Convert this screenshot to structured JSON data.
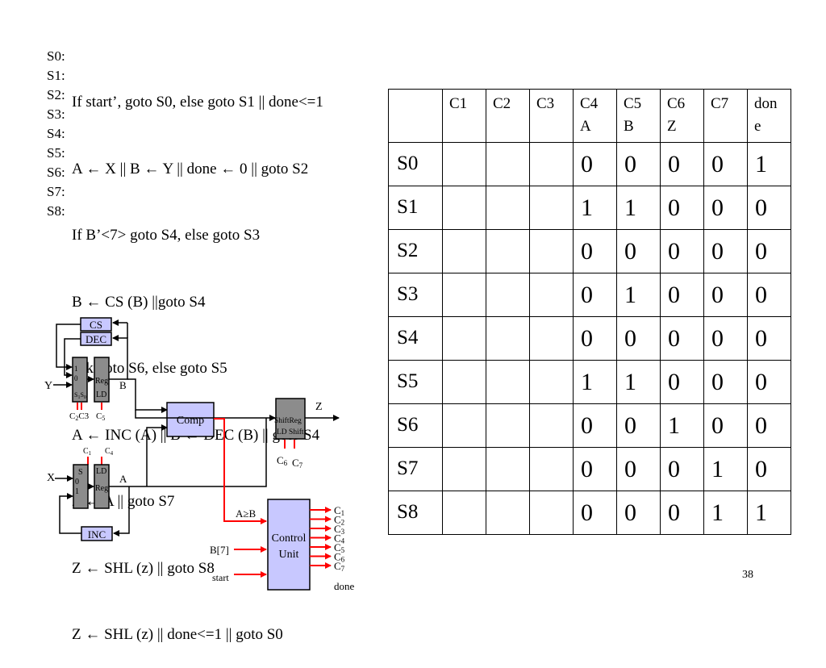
{
  "state_labels": [
    "S0:",
    "S1:",
    "S2:",
    "S3:",
    "S4:",
    "S5:",
    "S6:",
    "S7:",
    "S8:"
  ],
  "code": [
    "If start’, goto S0, else goto S1 || done<=1",
    "A ← X || B ← Y || done ← 0 || goto S2",
    "If B’<7> goto S4, else goto S3",
    "B ← CS (B) ||goto S4",
    "If k goto S6, else goto S5",
    "A ← INC (A) || B ← DEC (B) || goto S4",
    "Z ← A || goto S7",
    "Z ← SHL (z) || goto S8",
    "Z ← SHL (z) || done<=1 || goto S0"
  ],
  "table": {
    "headers": [
      {
        "line1": "C1",
        "line2": ""
      },
      {
        "line1": "C2",
        "line2": ""
      },
      {
        "line1": "C3",
        "line2": ""
      },
      {
        "line1": "C4",
        "line2": "A"
      },
      {
        "line1": "C5",
        "line2": "B"
      },
      {
        "line1": "C6",
        "line2": "Z"
      },
      {
        "line1": "C7",
        "line2": ""
      },
      {
        "line1": "don",
        "line2": "e"
      }
    ],
    "rows": [
      {
        "state": "S0",
        "values": [
          "",
          "",
          "",
          "0",
          "0",
          "0",
          "0",
          "1"
        ]
      },
      {
        "state": "S1",
        "values": [
          "",
          "",
          "",
          "1",
          "1",
          "0",
          "0",
          "0"
        ]
      },
      {
        "state": "S2",
        "values": [
          "",
          "",
          "",
          "0",
          "0",
          "0",
          "0",
          "0"
        ]
      },
      {
        "state": "S3",
        "values": [
          "",
          "",
          "",
          "0",
          "1",
          "0",
          "0",
          "0"
        ]
      },
      {
        "state": "S4",
        "values": [
          "",
          "",
          "",
          "0",
          "0",
          "0",
          "0",
          "0"
        ]
      },
      {
        "state": "S5",
        "values": [
          "",
          "",
          "",
          "1",
          "1",
          "0",
          "0",
          "0"
        ]
      },
      {
        "state": "S6",
        "values": [
          "",
          "",
          "",
          "0",
          "0",
          "1",
          "0",
          "0"
        ]
      },
      {
        "state": "S7",
        "values": [
          "",
          "",
          "",
          "0",
          "0",
          "0",
          "1",
          "0"
        ]
      },
      {
        "state": "S8",
        "values": [
          "",
          "",
          "",
          "0",
          "0",
          "0",
          "1",
          "1"
        ]
      }
    ]
  },
  "diagram": {
    "cs": "CS",
    "dec": "DEC",
    "mux_top": {
      "one": "1",
      "zero": "0",
      "sel": "S",
      "sel_sub": "1",
      "sel_sub2": "S",
      "sel_sub3": "0"
    },
    "reg_b": {
      "line1": "Reg",
      "line2": "LD"
    },
    "y": "Y",
    "b": "B",
    "c2c3": {
      "c": "C",
      "sub2": "2",
      "c3": "C3"
    },
    "c5": {
      "c": "C",
      "sub": "5"
    },
    "comp": "Comp",
    "shiftreg": {
      "line1": "ShiftReg",
      "line2": "LD Shift"
    },
    "z": "Z",
    "c6": {
      "c": "C",
      "sub": "6"
    },
    "c7": {
      "c": "C",
      "sub": "7"
    },
    "c1": {
      "c": "C",
      "sub": "1"
    },
    "c4": {
      "c": "C",
      "sub": "4"
    },
    "mux_a": {
      "s": "S",
      "zero": "0",
      "one": "1"
    },
    "reg_a": {
      "line1": "LD",
      "line2": "Reg"
    },
    "x": "X",
    "a": "A",
    "inc": "INC",
    "ageb": "A≥B",
    "b7": "B[7]",
    "start": "start",
    "control": {
      "line1": "Control",
      "line2": "Unit"
    },
    "outputs": [
      {
        "c": "C",
        "sub": "1"
      },
      {
        "c": "C",
        "sub": "2"
      },
      {
        "c": "C",
        "sub": "3"
      },
      {
        "c": "C",
        "sub": "4"
      },
      {
        "c": "C",
        "sub": "5"
      },
      {
        "c": "C",
        "sub": "6"
      },
      {
        "c": "C",
        "sub": "7"
      }
    ],
    "done": "done",
    "colors": {
      "box_fill": "#c8c8ff",
      "wire_red": "#ff0000",
      "reg_fill": "#8c8c8c"
    }
  },
  "page_number": "38"
}
